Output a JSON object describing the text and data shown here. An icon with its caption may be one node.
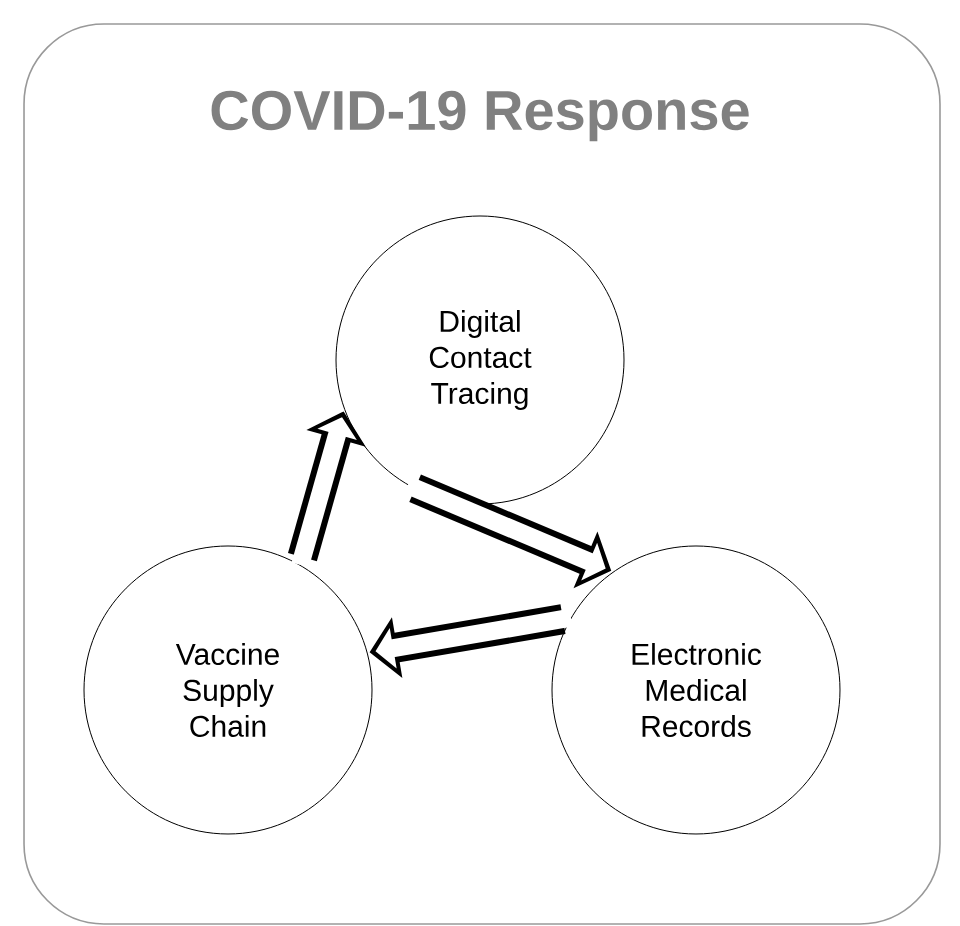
{
  "diagram": {
    "nodes": [
      {
        "text": [
          "COVID-19 Response"
        ]
      },
      {
        "text": [
          "Digital Contact Tracing"
        ],
        "in": 0
      },
      {
        "text": [
          "Electronic Medical Records"
        ],
        "in": 0
      },
      {
        "text": [
          "Vaccine Supply Chain"
        ],
        "in": 0
      }
    ],
    "edges": [
      {
        "from": 1,
        "to": 2,
        "arrow": "to"
      },
      {
        "from": 2,
        "to": 3,
        "arrow": "to"
      },
      {
        "from": 3,
        "to": 1,
        "arrow": "to"
      }
    ]
  }
}
